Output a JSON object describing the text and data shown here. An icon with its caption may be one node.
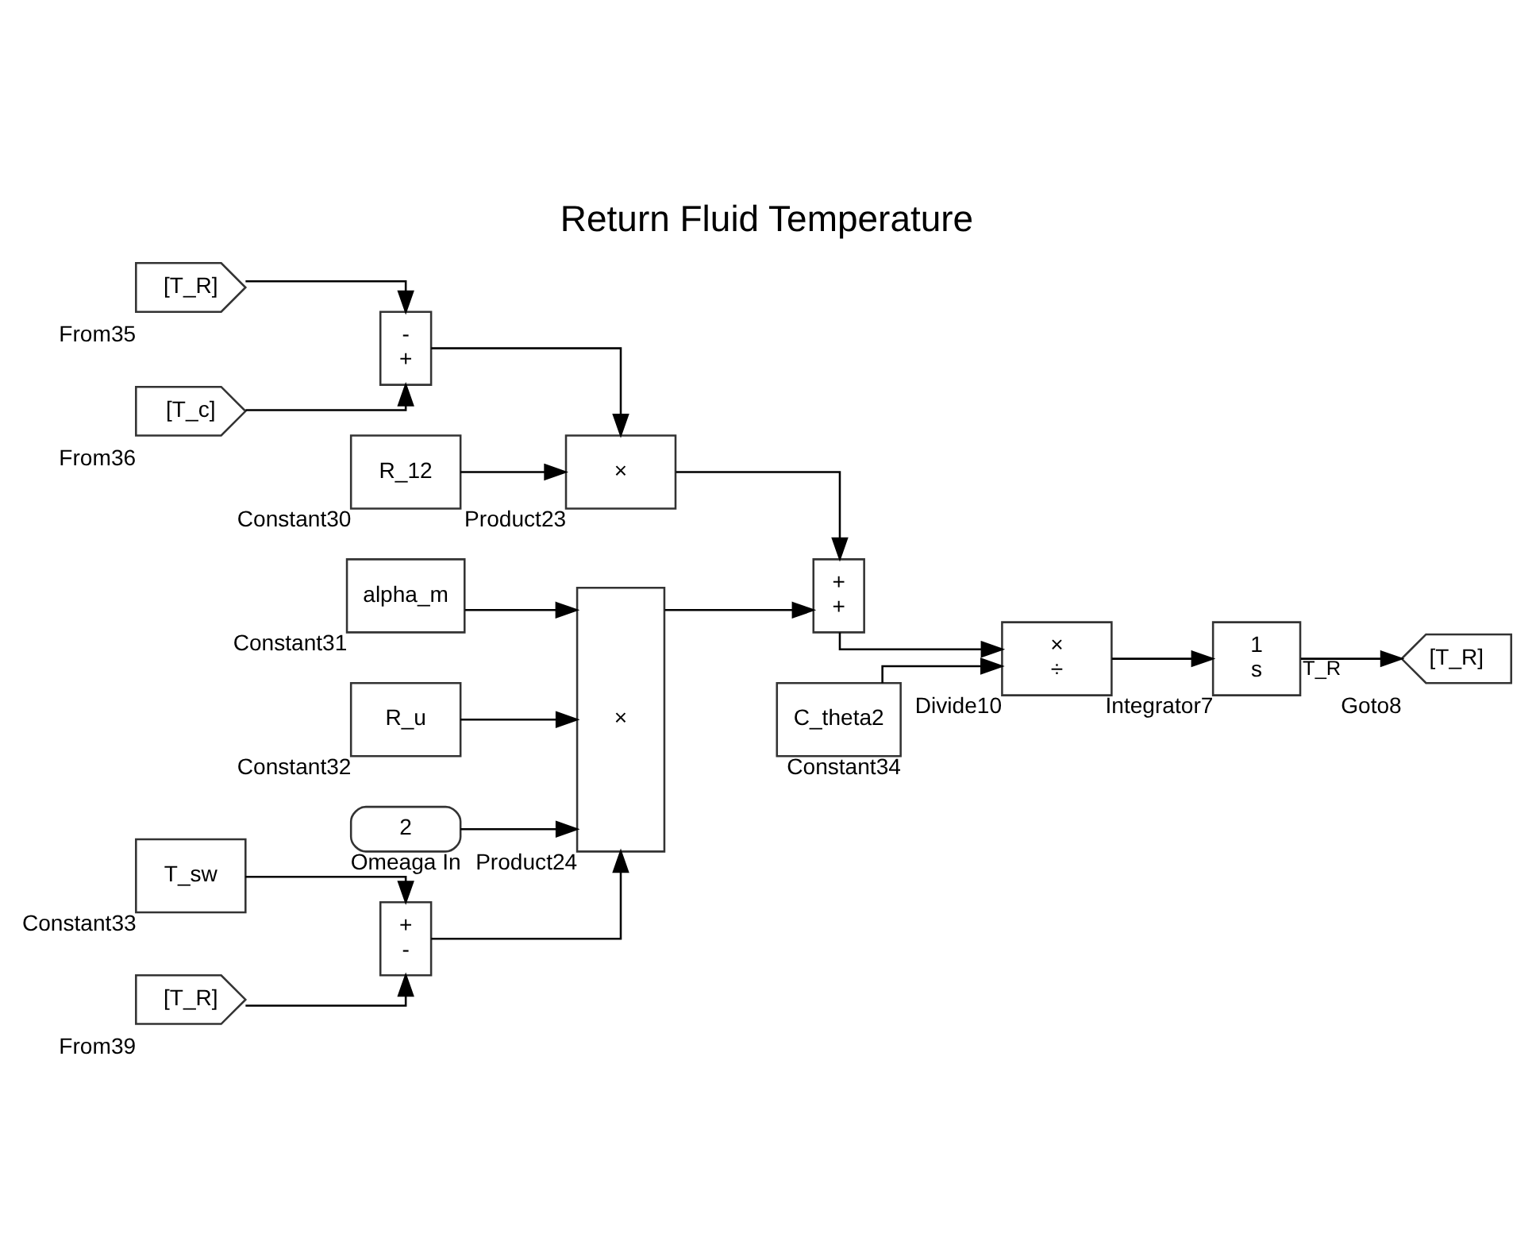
{
  "diagram": {
    "title": "Return Fluid Temperature",
    "nodes": [
      {
        "text": [
          "[T_R]"
        ],
        "beside": [
          "From35"
        ]
      },
      {
        "text": [
          "[T_c]"
        ],
        "beside": [
          "From36"
        ]
      },
      {
        "text": [
          "R_12"
        ],
        "beside": [
          "Constant30"
        ]
      },
      {
        "text": [
          "-",
          "+"
        ]
      },
      {
        "text": [
          "×"
        ],
        "beside": [
          "Product23"
        ]
      },
      {
        "text": [
          "+",
          "+"
        ]
      },
      {
        "text": [
          "alpha_m"
        ],
        "beside": [
          "Constant31"
        ]
      },
      {
        "text": [
          "R_u"
        ],
        "beside": [
          "Constant32"
        ]
      },
      {
        "text": [
          "2"
        ],
        "beside": [
          "Omeaga In"
        ]
      },
      {
        "text": [
          "T_sw"
        ],
        "beside": [
          "Constant33"
        ]
      },
      {
        "text": [
          "[T_R]"
        ],
        "beside": [
          "From39"
        ]
      },
      {
        "text": [
          "+",
          "-"
        ]
      },
      {
        "text": [
          "×"
        ],
        "beside": [
          "Product24"
        ]
      },
      {
        "text": [
          "C_theta2"
        ],
        "beside": [
          "Constant34"
        ]
      },
      {
        "text": [
          "×",
          "÷"
        ],
        "beside": [
          "Divide10"
        ]
      },
      {
        "text": [
          "1",
          "s"
        ],
        "beside": [
          "Integrator7"
        ]
      },
      {
        "text": [
          "[T_R]"
        ],
        "beside": [
          "Goto8"
        ]
      }
    ],
    "edges": [
      {
        "from": 0,
        "to": 3,
        "arrow": "to"
      },
      {
        "from": 1,
        "to": 3,
        "arrow": "to"
      },
      {
        "from": 2,
        "to": 4,
        "arrow": "to"
      },
      {
        "from": 3,
        "to": 4,
        "arrow": "to"
      },
      {
        "from": 4,
        "to": 5,
        "arrow": "to"
      },
      {
        "from": 6,
        "to": 12,
        "arrow": "to"
      },
      {
        "from": 7,
        "to": 12,
        "arrow": "to"
      },
      {
        "from": 8,
        "to": 12,
        "arrow": "to"
      },
      {
        "from": 11,
        "to": 12,
        "arrow": "to"
      },
      {
        "from": 9,
        "to": 11,
        "arrow": "to"
      },
      {
        "from": 10,
        "to": 11,
        "arrow": "to"
      },
      {
        "from": 12,
        "to": 5,
        "arrow": "to"
      },
      {
        "from": 5,
        "to": 14,
        "arrow": "to"
      },
      {
        "from": 13,
        "to": 14,
        "arrow": "to"
      },
      {
        "from": 14,
        "to": 15,
        "arrow": "to"
      },
      {
        "from": 15,
        "to": 16,
        "arrow": "to",
        "label": "T_R"
      }
    ]
  }
}
